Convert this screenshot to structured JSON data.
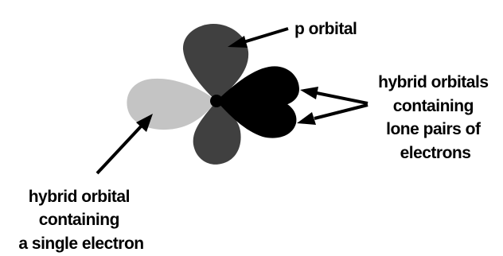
{
  "labels": {
    "p_orbital": "p orbital",
    "hybrid_lone_pairs": [
      "hybrid orbitals",
      "containing",
      "lone pairs of",
      "electrons"
    ],
    "hybrid_single": [
      "hybrid orbital",
      "containing",
      "a single electron"
    ]
  },
  "colors": {
    "p_orbital_lobes": "#404040",
    "lone_pair_lobes": "#000000",
    "single_electron_lobe": "#c4c4c4",
    "nucleus": "#000000",
    "arrows": "#000000",
    "text": "#000000"
  }
}
